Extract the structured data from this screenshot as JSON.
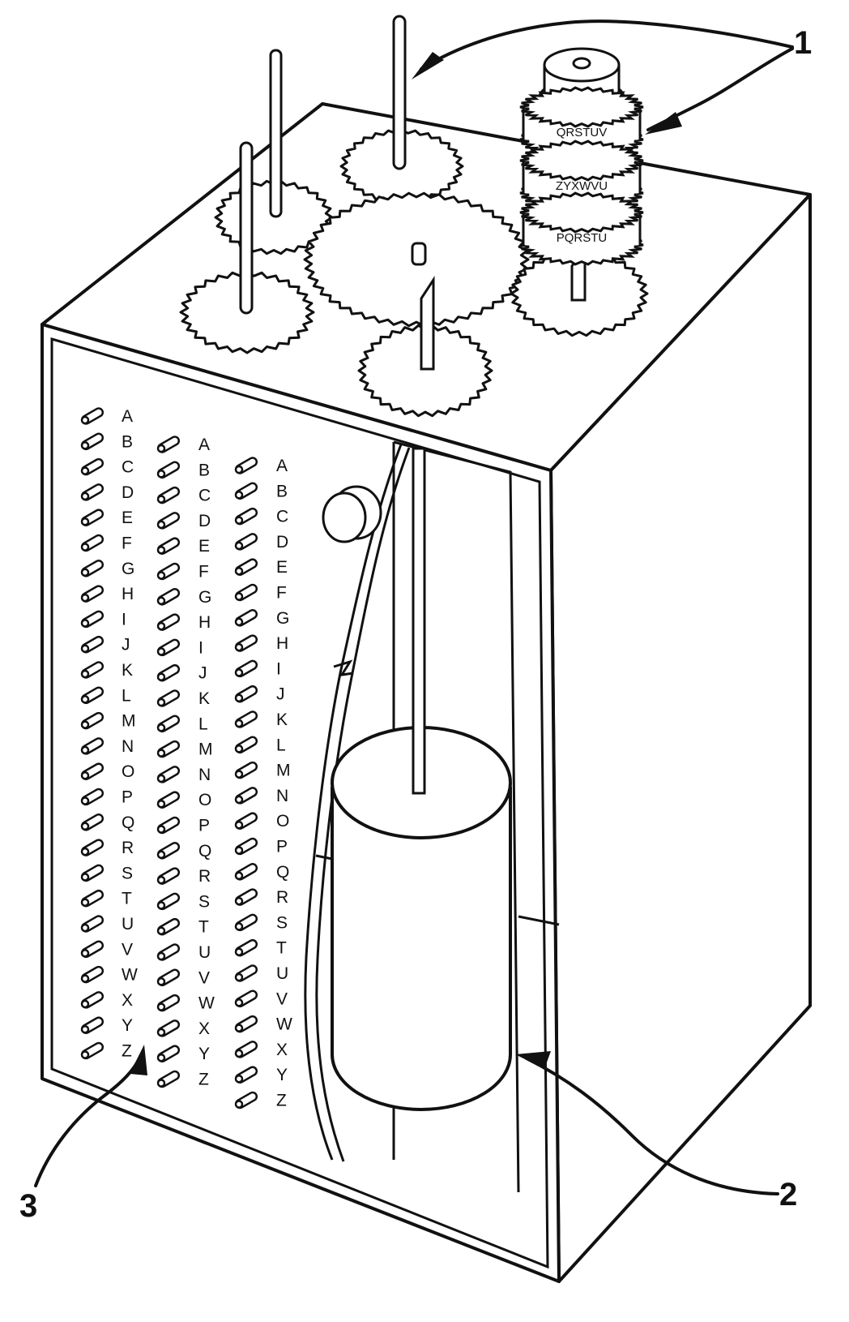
{
  "callouts": {
    "one": "1",
    "two": "2",
    "three": "3"
  },
  "wheel_labels": [
    "QRSTUV",
    "ZYXWVU",
    "PQRSTU"
  ],
  "switch_columns": [
    [
      "A",
      "B",
      "C",
      "D",
      "E",
      "F",
      "G",
      "H",
      "I",
      "J",
      "K",
      "L",
      "M",
      "N",
      "O",
      "P",
      "Q",
      "R",
      "S",
      "T",
      "U",
      "V",
      "W",
      "X",
      "Y",
      "Z"
    ],
    [
      "A",
      "B",
      "C",
      "D",
      "E",
      "F",
      "G",
      "H",
      "I",
      "J",
      "K",
      "L",
      "M",
      "N",
      "O",
      "P",
      "Q",
      "R",
      "S",
      "T",
      "U",
      "V",
      "W",
      "X",
      "Y",
      "Z"
    ],
    [
      "A",
      "B",
      "C",
      "D",
      "E",
      "F",
      "G",
      "H",
      "I",
      "J",
      "K",
      "L",
      "M",
      "N",
      "O",
      "P",
      "Q",
      "R",
      "S",
      "T",
      "U",
      "V",
      "W",
      "X",
      "Y",
      "Z"
    ]
  ],
  "colors": {
    "ink": "#111111",
    "paper": "#ffffff"
  }
}
